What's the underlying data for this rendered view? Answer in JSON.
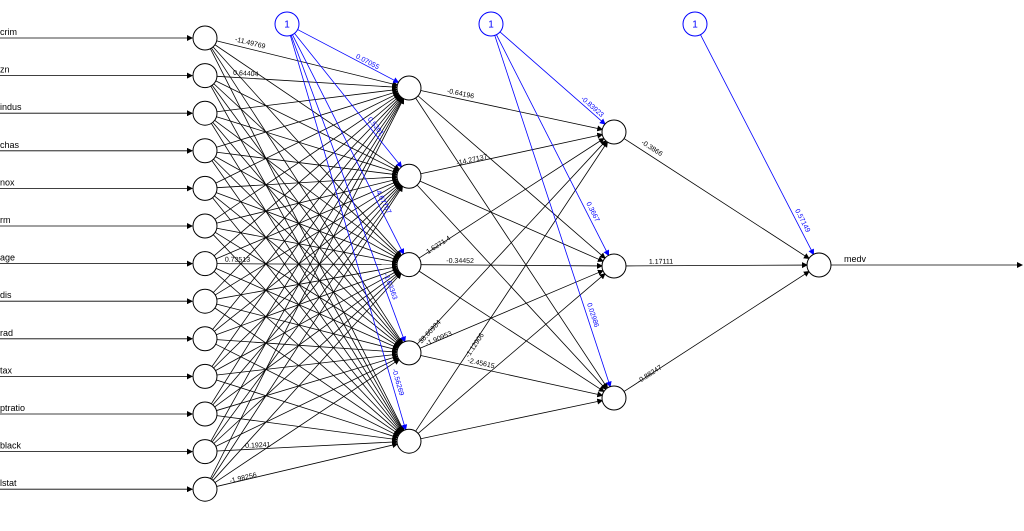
{
  "diagram": {
    "inputs": [
      "crim",
      "zn",
      "indus",
      "chas",
      "nox",
      "rm",
      "age",
      "dis",
      "rad",
      "tax",
      "ptratio",
      "black",
      "lstat"
    ],
    "hidden1_size": 5,
    "hidden2_size": 3,
    "output": "medv",
    "bias_label": "1",
    "input_weight_labels": [
      "-11.49769",
      "0.64404",
      "0.73513",
      "0.19241",
      "-1.98256"
    ],
    "hidden1_bias_weights": [
      "0.07055",
      "0.5201",
      "-4.67757",
      "-1.63363",
      "-0.56269"
    ],
    "hidden1_to_hidden2_weights": [
      "-0.64196",
      "-14.27137",
      "1.6271.4",
      "-0.34452",
      "38.60984",
      "-1.90953",
      "-2.45615",
      "-1.12906"
    ],
    "hidden2_bias_weights": [
      "-0.83923",
      "0.3667",
      "0.02986"
    ],
    "hidden2_to_output_weights": [
      "-0.3866",
      "1.17111",
      "-0.88247"
    ],
    "output_bias_weight": "0.57149"
  },
  "colors": {
    "bias": "#0000ff",
    "edge": "#000000",
    "node_fill": "#ffffff"
  }
}
